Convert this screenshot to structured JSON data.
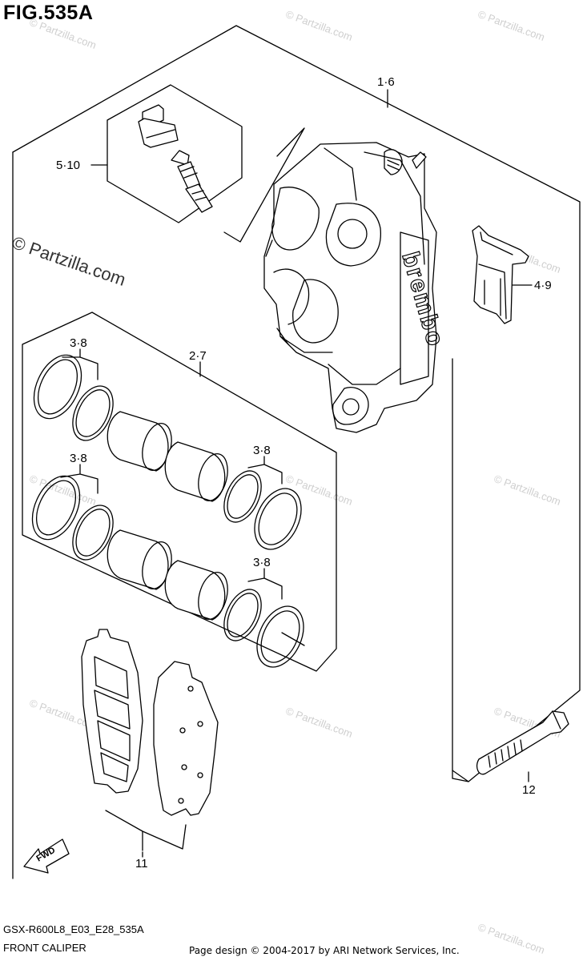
{
  "figure": {
    "title": "FIG.535A",
    "model_code": "GSX-R600L8_E03_E28_535A",
    "description": "FRONT CALIPER",
    "credit": "Page design © 2004-2017 by ARI Network Services, Inc."
  },
  "callouts": {
    "caliper_assy": "1·6",
    "bleeder_kit": "5·10",
    "spring": "4·9",
    "piston_set": "2·7",
    "seal_a": "3·8",
    "seal_b": "3·8",
    "seal_c": "3·8",
    "seal_d": "3·8",
    "pads": "11",
    "bolt": "12"
  },
  "caliper_logo": "brembo",
  "fwd_label": "FWD",
  "watermark": {
    "main": "© Partzilla.com",
    "small": "© Partzilla.com"
  }
}
